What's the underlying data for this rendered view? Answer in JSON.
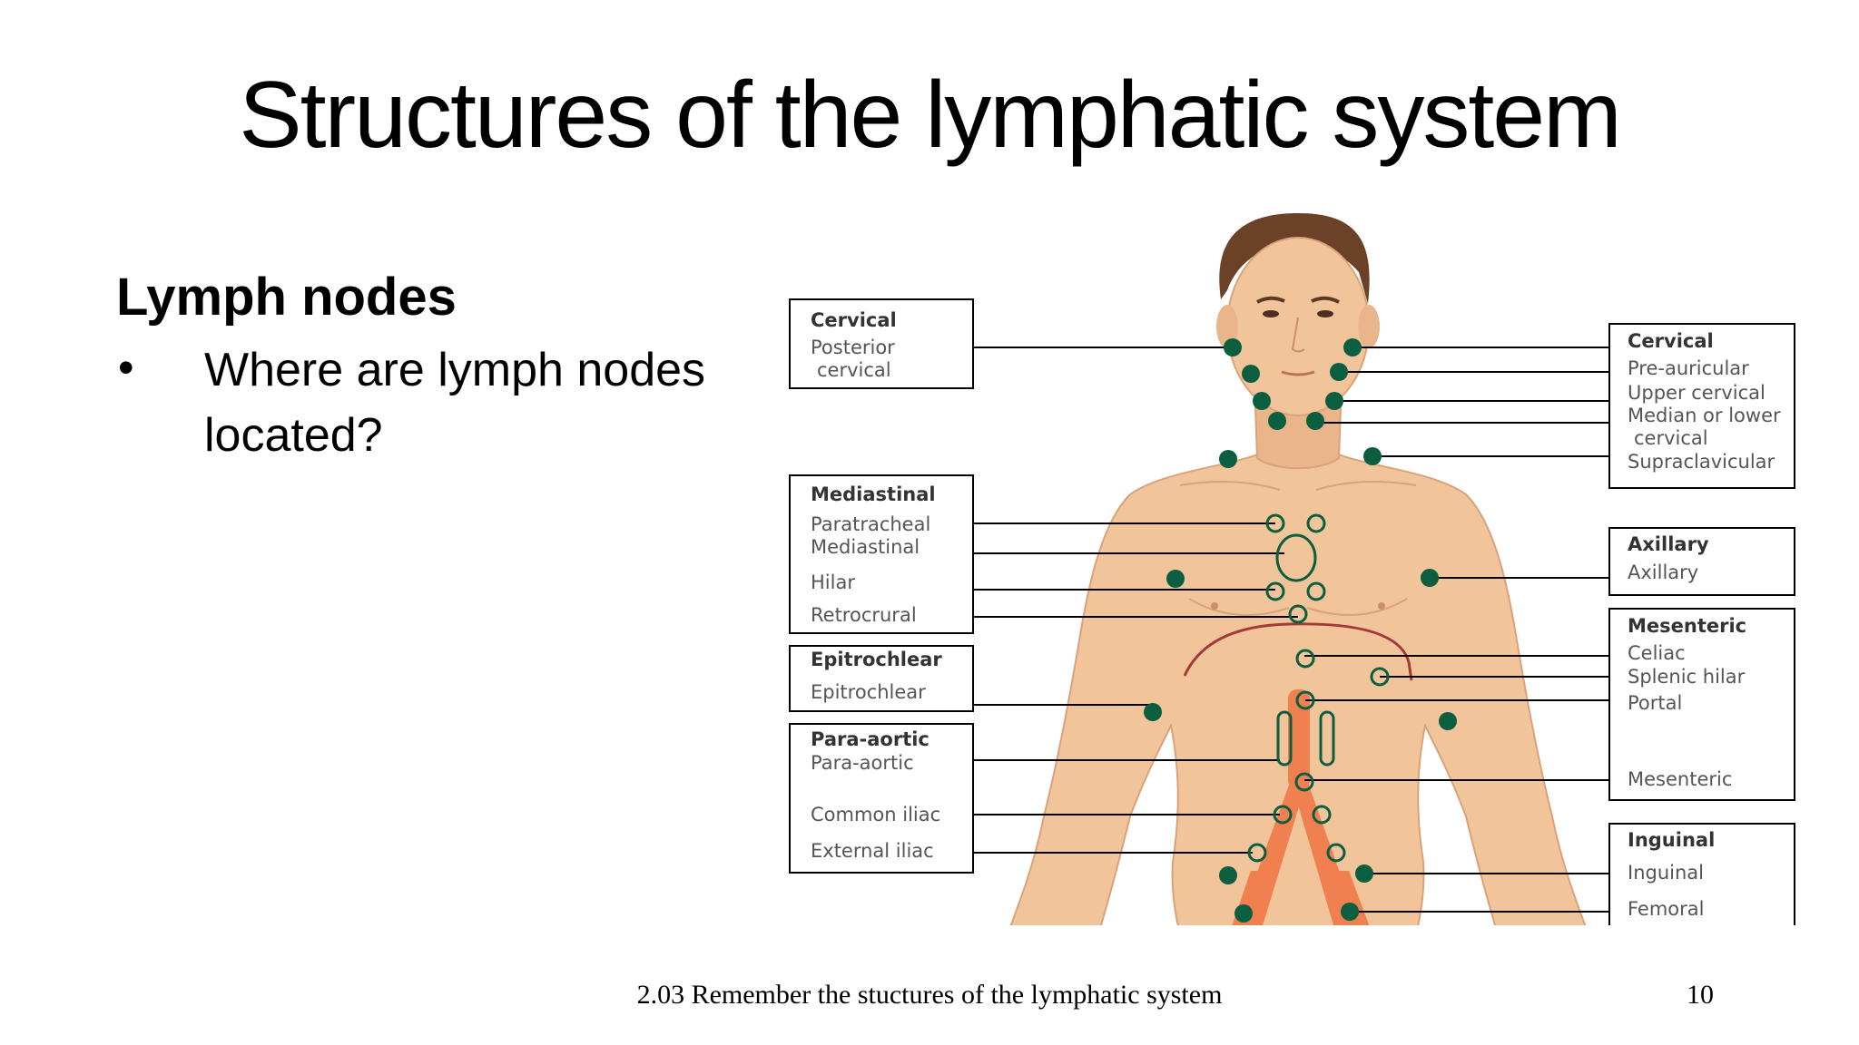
{
  "slide": {
    "title": "Structures of  the lymphatic system",
    "section_heading": "Lymph nodes",
    "bullet": "•",
    "bullet_text": "Where are lymph nodes located?",
    "footer": "2.03 Remember the stuctures of the lymphatic system",
    "page_number": "10"
  },
  "diagram": {
    "node_color": "#0b5e40",
    "vessel_color": "#f08050",
    "skin_color": "#f2c49a",
    "boxes": {
      "left_cervical": {
        "header": "Cervical",
        "lines": [
          "Posterior",
          "cervical"
        ]
      },
      "mediastinal": {
        "header": "Mediastinal",
        "lines": [
          "Paratracheal",
          "Mediastinal",
          "Hilar",
          "Retrocrural"
        ]
      },
      "epitrochlear": {
        "header": "Epitrochlear",
        "lines": [
          "Epitrochlear"
        ]
      },
      "para_aortic": {
        "header": "Para-aortic",
        "lines": [
          "Para-aortic",
          "Common iliac",
          "External iliac"
        ]
      },
      "right_cervical": {
        "header": "Cervical",
        "lines": [
          "Pre-auricular",
          "Upper cervical",
          "Median or lower",
          "cervical",
          "Supraclavicular"
        ]
      },
      "axillary": {
        "header": "Axillary",
        "lines": [
          "Axillary"
        ]
      },
      "mesenteric": {
        "header": "Mesenteric",
        "lines": [
          "Celiac",
          "Splenic hilar",
          "Portal",
          "Mesenteric"
        ]
      },
      "inguinal": {
        "header": "Inguinal",
        "lines": [
          "Inguinal",
          "Femoral"
        ]
      }
    }
  }
}
